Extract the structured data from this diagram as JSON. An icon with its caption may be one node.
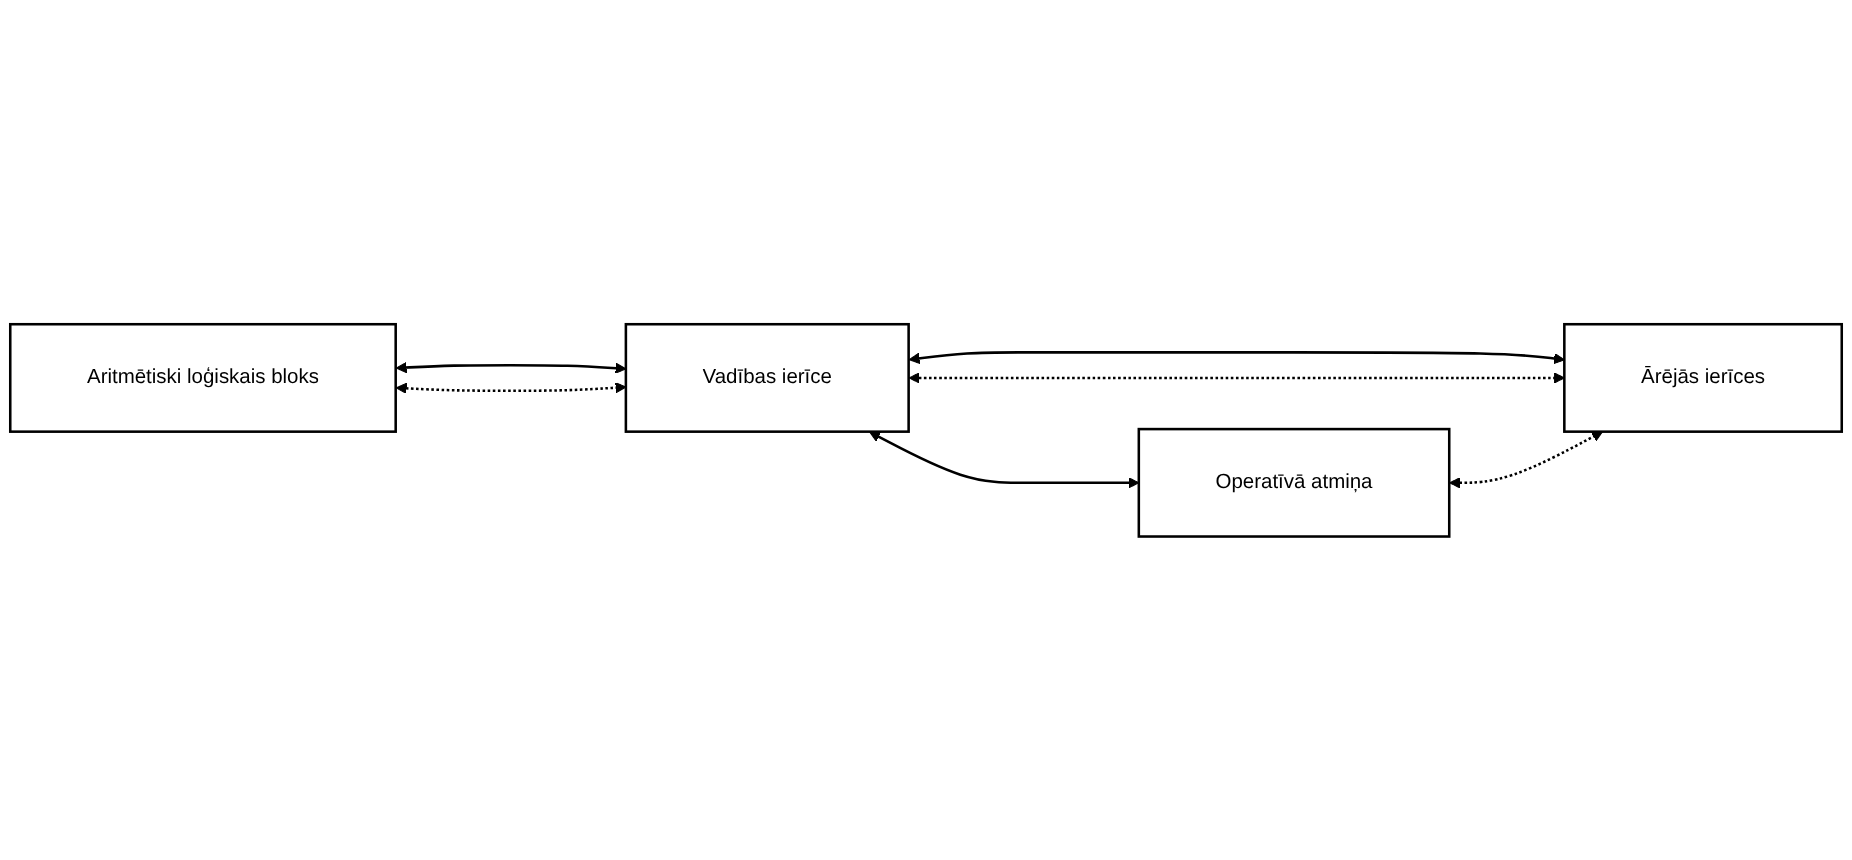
{
  "diagram": {
    "nodes": [
      {
        "text": [
          "Aritmētiski loģiskais bloks"
        ]
      },
      {
        "text": [
          "Vadības ierīce"
        ]
      },
      {
        "text": [
          "Ārējās ierīces"
        ]
      },
      {
        "text": [
          "Operatīvā atmiņa"
        ]
      }
    ],
    "edges": [
      {
        "from": 0,
        "to": 1,
        "arrow": "both"
      },
      {
        "from": 0,
        "to": 1,
        "arrow": "both",
        "style": "dashed"
      },
      {
        "from": 1,
        "to": 2,
        "arrow": "both"
      },
      {
        "from": 1,
        "to": 2,
        "arrow": "both",
        "style": "dashed"
      },
      {
        "from": 1,
        "to": 3,
        "arrow": "both"
      },
      {
        "from": 3,
        "to": 2,
        "arrow": "both",
        "style": "dashed"
      }
    ]
  }
}
